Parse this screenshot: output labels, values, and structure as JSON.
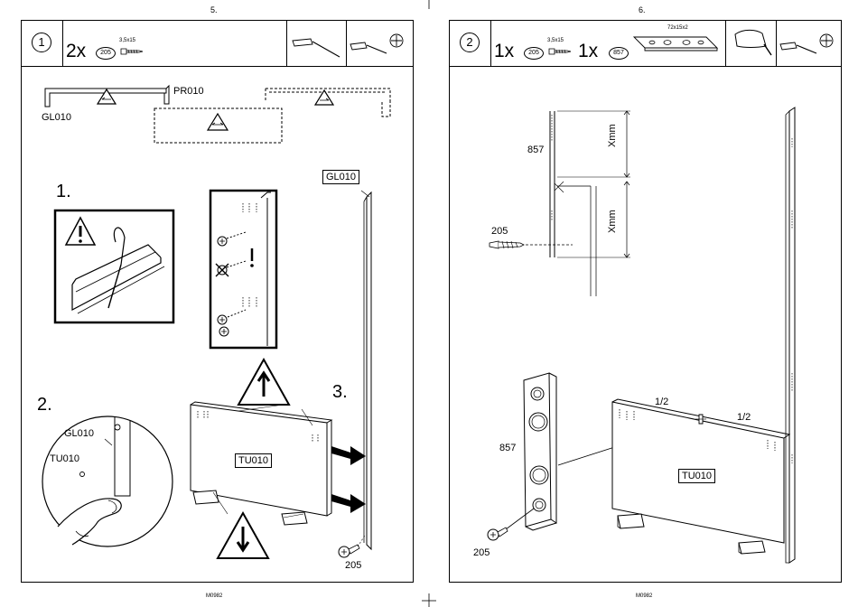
{
  "left_page": {
    "page_number": "5.",
    "step_number": "1",
    "parts": {
      "qty": "2x",
      "screw_id": "205",
      "screw_size": "3,5x15"
    },
    "labels": {
      "gl010_top": "GL010",
      "pr010": "PR010",
      "gl010_upright": "GL010",
      "gl010_detail": "GL010",
      "tu010_detail": "TU010",
      "tu010_panel": "TU010",
      "screw_205": "205"
    },
    "substeps": {
      "s1": "1.",
      "s2": "2.",
      "s3": "3."
    },
    "footer_code": "M0982"
  },
  "right_page": {
    "page_number": "6.",
    "step_number": "2",
    "parts": {
      "qty1": "1x",
      "screw_id": "205",
      "screw_size": "3,5x15",
      "qty2": "1x",
      "plate_id": "857",
      "plate_size": "72x15x2"
    },
    "labels": {
      "p857_top": "857",
      "xmm_upper": "Xmm",
      "xmm_lower": "Xmm",
      "screw_205_top": "205",
      "p857_plate": "857",
      "screw_205_bottom": "205",
      "half_left": "1/2",
      "half_right": "1/2",
      "tu010_panel": "TU010"
    },
    "footer_code": "M0982"
  },
  "colors": {
    "ink": "#000000",
    "paper": "#ffffff"
  }
}
